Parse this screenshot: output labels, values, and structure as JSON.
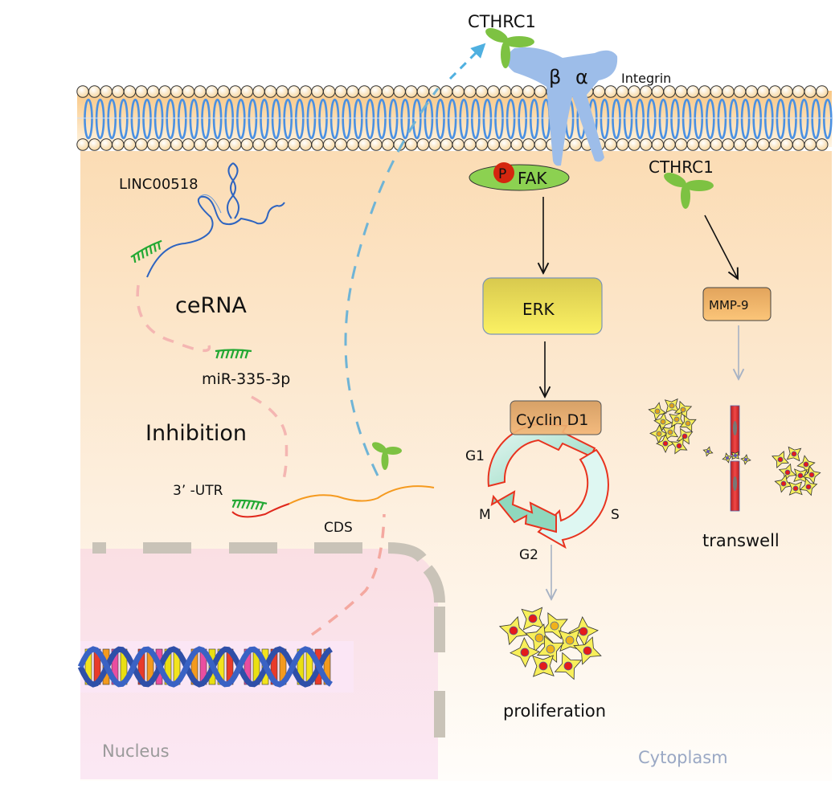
{
  "labels": {
    "cthrc1_top": "CTHRC1",
    "beta": "β",
    "alpha": "α",
    "integrin": "Integrin",
    "p": "P",
    "fak": "FAK",
    "cthrc1_right": "CTHRC1",
    "linc": "LINC00518",
    "cerna": "ceRNA",
    "mir": "miR-335-3p",
    "inhibition": "Inhibition",
    "utr": "3’ -UTR",
    "cds": "CDS",
    "erk": "ERK",
    "cyclin": "Cyclin D1",
    "g1": "G1",
    "m": "M",
    "s": "S",
    "g2": "G2",
    "mmp9": "MMP-9",
    "transwell": "transwell",
    "proliferation": "proliferation",
    "nucleus": "Nucleus",
    "cytoplasm": "Cytoplasm"
  },
  "colors": {
    "cytoplasm_top": "#fbdcb4",
    "cytoplasm_bottom": "#fffdfa",
    "nucleus": "#fbe4ee",
    "membrane_head": "#fde6bd",
    "membrane_tail": "#4a90e2",
    "integrin": "#9dbde9",
    "cthrc1": "#7dc242",
    "fak": "#8cd151",
    "phospho": "#d4260f",
    "erk": "#f5e95a",
    "cyclin": "#e8a869",
    "mmp9": "#f4b460",
    "mirna": "#22a833",
    "lncrna": "#2e64c0",
    "secretion_path": "#6fb4d6",
    "transcription_path": "#f4a8a0",
    "nuclear_envelope": "#c9c3b8"
  }
}
